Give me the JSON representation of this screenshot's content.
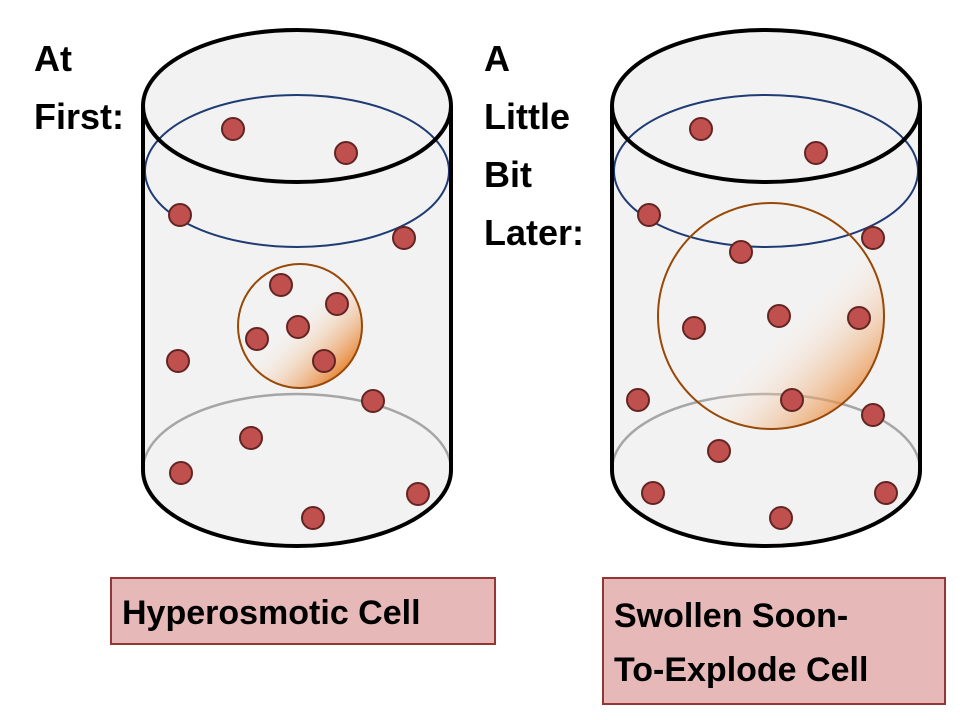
{
  "colors": {
    "beaker_fill": "#f2f2f2",
    "beaker_outline": "#000000",
    "water_level": "#1f3b73",
    "bottom_ellipse": "#a6a6a6",
    "particle_fill": "#c0504d",
    "particle_stroke": "#632523",
    "cell_stroke": "#984807",
    "cell_gradient": "#e36c09",
    "label_fill": "#e6b9b8",
    "label_border": "#943634"
  },
  "panels": [
    {
      "heading_lines": [
        "At",
        "First:"
      ],
      "label": "Hyperosmotic Cell",
      "cell_state": "shrunken"
    },
    {
      "heading_lines": [
        "A",
        "Little",
        "Bit",
        "Later:"
      ],
      "label_lines": [
        "Swollen Soon-",
        "To-Explode Cell"
      ],
      "cell_state": "swollen"
    }
  ]
}
